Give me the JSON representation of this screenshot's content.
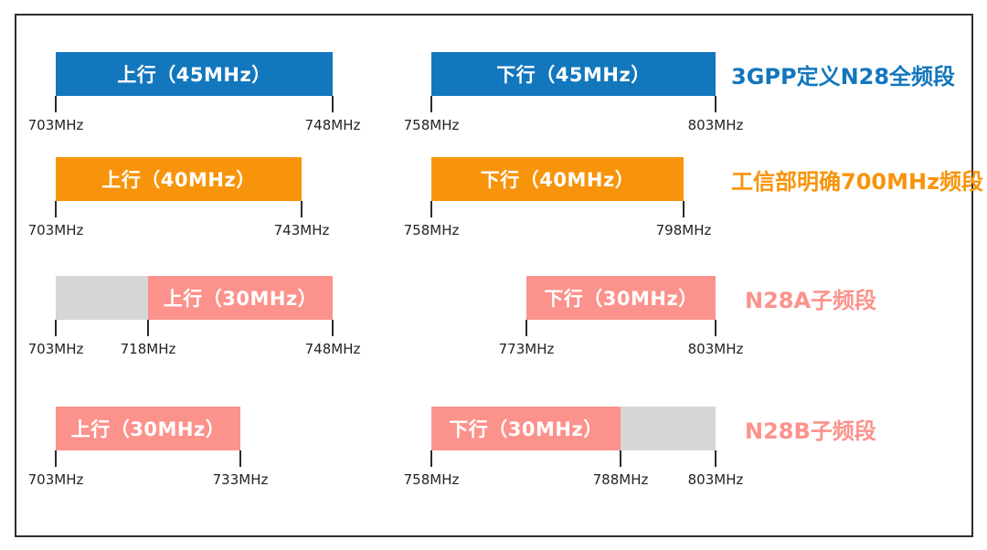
{
  "diagram": {
    "colors": {
      "blue": "#1277bd",
      "orange": "#f8940b",
      "pink": "#fc928c",
      "gray": "#d6d6d6"
    },
    "rows": [
      {
        "caption": "3GPP定义N28全频段",
        "left": {
          "bar_label": "上行（45MHz）",
          "range_mhz": [
            703,
            748
          ],
          "tick_labels": [
            "703MHz",
            "748MHz"
          ]
        },
        "right": {
          "bar_label": "下行（45MHz）",
          "range_mhz": [
            758,
            803
          ],
          "tick_labels": [
            "758MHz",
            "803MHz"
          ]
        }
      },
      {
        "caption": "工信部明确700MHz频段",
        "left": {
          "bar_label": "上行（40MHz）",
          "range_mhz": [
            703,
            743
          ],
          "tick_labels": [
            "703MHz",
            "743MHz"
          ]
        },
        "right": {
          "bar_label": "下行（40MHz）",
          "range_mhz": [
            758,
            798
          ],
          "tick_labels": [
            "758MHz",
            "798MHz"
          ]
        }
      },
      {
        "caption": "N28A子频段",
        "left": {
          "bar_label": "上行（30MHz）",
          "range_mhz": [
            718,
            748
          ],
          "unused_range_mhz": [
            703,
            718
          ],
          "tick_labels": [
            "703MHz",
            "718MHz",
            "748MHz"
          ]
        },
        "right": {
          "bar_label": "下行（30MHz）",
          "range_mhz": [
            773,
            803
          ],
          "tick_labels": [
            "773MHz",
            "803MHz"
          ]
        }
      },
      {
        "caption": "N28B子频段",
        "left": {
          "bar_label": "上行（30MHz）",
          "range_mhz": [
            703,
            733
          ],
          "tick_labels": [
            "703MHz",
            "733MHz"
          ]
        },
        "right": {
          "bar_label": "下行（30MHz）",
          "range_mhz": [
            758,
            788
          ],
          "unused_range_mhz": [
            788,
            803
          ],
          "tick_labels": [
            "758MHz",
            "788MHz",
            "803MHz"
          ]
        }
      }
    ]
  }
}
